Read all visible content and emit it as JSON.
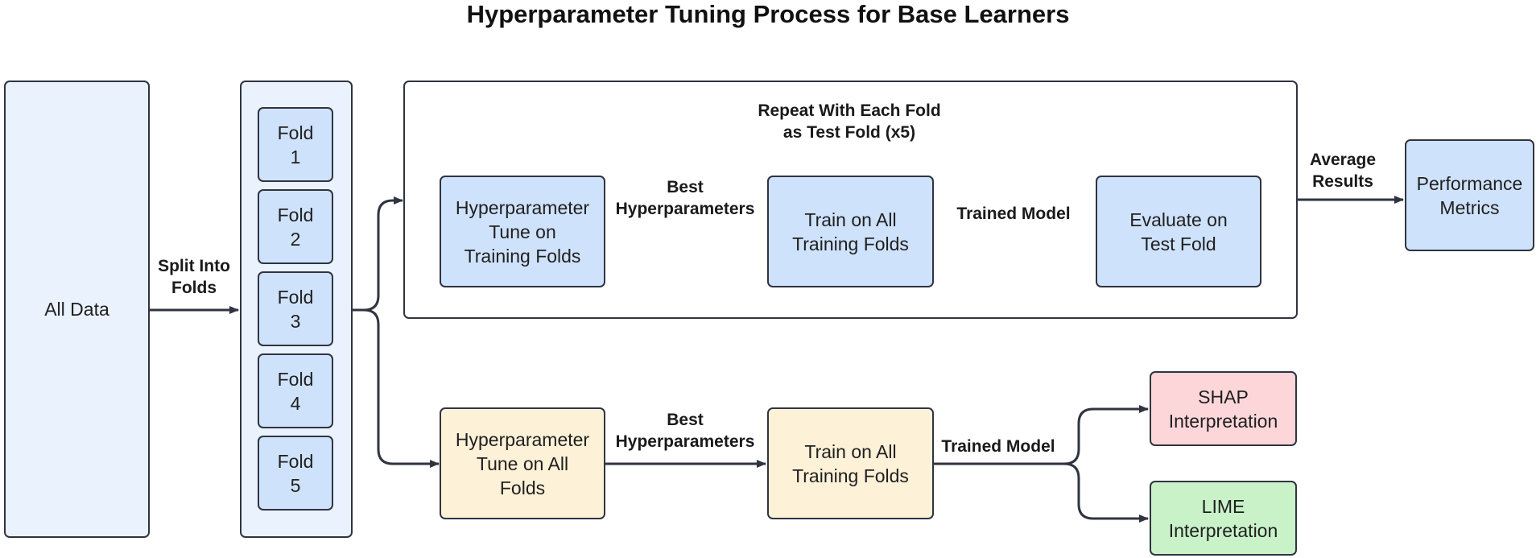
{
  "title": "Hyperparameter Tuning Process for Base Learners",
  "nodes": {
    "all_data": "All Data",
    "folds": [
      "Fold\n1",
      "Fold\n2",
      "Fold\n3",
      "Fold\n4",
      "Fold\n5"
    ],
    "cv_tune": "Hyperparameter\nTune on\nTraining Folds",
    "cv_train": "Train on All\nTraining Folds",
    "cv_eval": "Evaluate on\nTest Fold",
    "performance": "Performance\nMetrics",
    "final_tune": "Hyperparameter\nTune on All\nFolds",
    "final_train": "Train on All\nTraining Folds",
    "shap": "SHAP\nInterpretation",
    "lime": "LIME\nInterpretation"
  },
  "labels": {
    "split": "Split Into\nFolds",
    "repeat": "Repeat With Each Fold\nas Test Fold (x5)",
    "best_top": "Best\nHyperparameters",
    "trained_top": "Trained Model",
    "average": "Average\nResults",
    "best_bottom": "Best\nHyperparameters",
    "trained_bottom": "Trained Model"
  },
  "icons": {
    "repeat": "repeat-icon"
  },
  "colors": {
    "blue": "#cfe2fb",
    "yellow": "#fdf1d8",
    "pink": "#fcd6d9",
    "green": "#c9f2c9",
    "stroke": "#2f3440"
  }
}
